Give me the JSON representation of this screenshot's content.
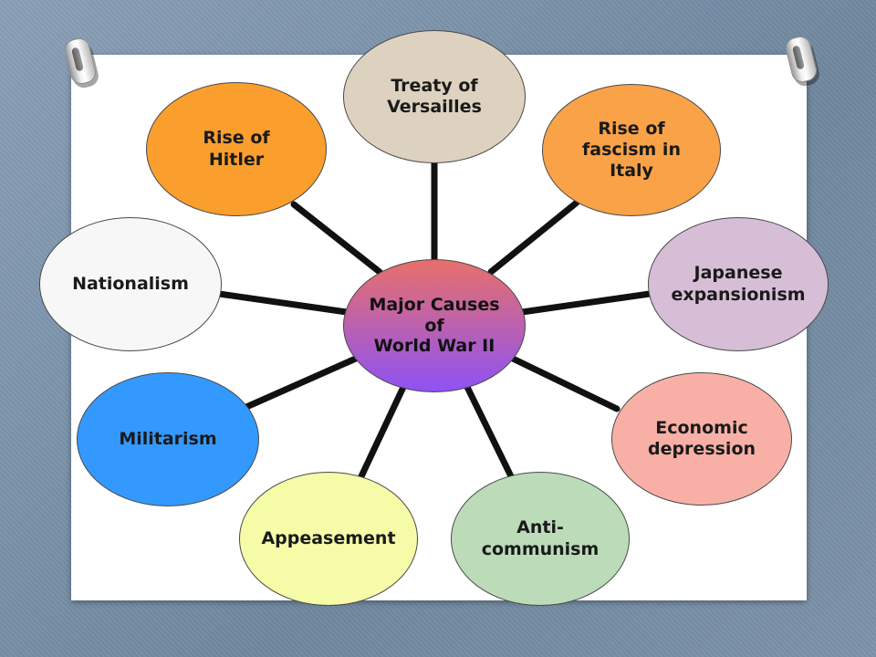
{
  "diagram": {
    "center": {
      "label": "Major Causes\nof\nWorld War II",
      "gradient_top": "#e8706a",
      "gradient_bottom": "#8e52f4"
    },
    "nodes": [
      {
        "id": "treaty-of-versailles",
        "label": "Treaty of\nVersailles",
        "color": "#ddd2c0"
      },
      {
        "id": "rise-of-fascism-in-italy",
        "label": "Rise of\nfascism in\nItaly",
        "color": "#f9a248"
      },
      {
        "id": "japanese-expansionism",
        "label": "Japanese\nexpansionism",
        "color": "#d7bed7"
      },
      {
        "id": "economic-depression",
        "label": "Economic\ndepression",
        "color": "#f8b0a6"
      },
      {
        "id": "anti-communism",
        "label": "Anti-\ncommunism",
        "color": "#bcdcb9"
      },
      {
        "id": "appeasement",
        "label": "Appeasement",
        "color": "#f5fba6"
      },
      {
        "id": "militarism",
        "label": "Militarism",
        "color": "#3399ff"
      },
      {
        "id": "nationalism",
        "label": "Nationalism",
        "color": "#f7f7f7"
      },
      {
        "id": "rise-of-hitler",
        "label": "Rise of\nHitler",
        "color": "#fa9e2e"
      }
    ]
  }
}
